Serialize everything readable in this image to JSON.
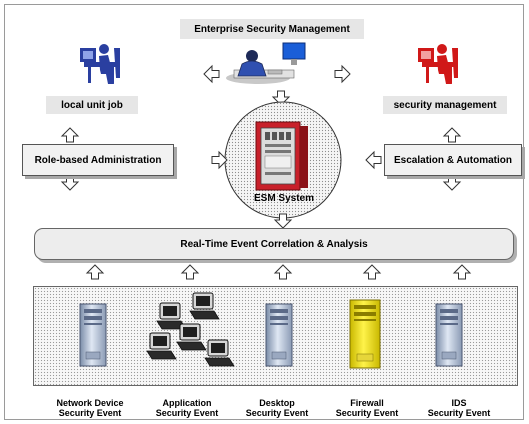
{
  "title": "Enterprise Security Management",
  "top_left_label": "local unit job",
  "top_right_label": "security management",
  "left_box": "Role-based Administration",
  "right_box": "Escalation & Automation",
  "center_label": "ESM System",
  "bar_label": "Real-Time Event Correlation & Analysis",
  "sources": [
    {
      "line1": "Network Device",
      "line2": "Security Event"
    },
    {
      "line1": "Application",
      "line2": "Security Event"
    },
    {
      "line1": "Desktop",
      "line2": "Security Event"
    },
    {
      "line1": "Firewall",
      "line2": "Security Event"
    },
    {
      "line1": "IDS",
      "line2": "Security Event"
    }
  ],
  "colors": {
    "left_user": "#2a3fa0",
    "right_user": "#d01818",
    "firewall": "#f2e600",
    "server_blue": "#b8c8e0",
    "esm_cabinet": "#c8202a"
  }
}
